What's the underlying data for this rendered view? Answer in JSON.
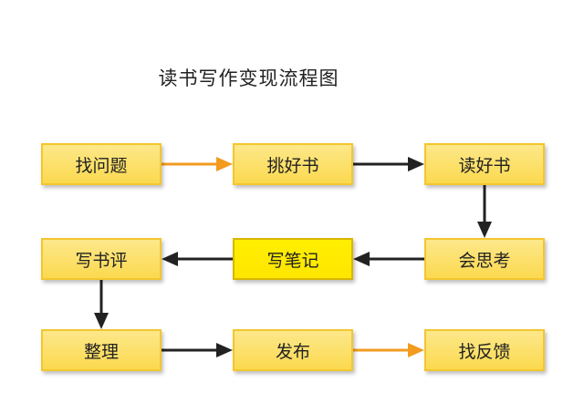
{
  "diagram": {
    "title": "读书写作变现流程图",
    "nodes": [
      {
        "label": "找问题"
      },
      {
        "label": "挑好书"
      },
      {
        "label": "读好书"
      },
      {
        "label": "会思考"
      },
      {
        "label": "写笔记",
        "highlight": true
      },
      {
        "label": "写书评"
      },
      {
        "label": "整理"
      },
      {
        "label": "发布"
      },
      {
        "label": "找反馈"
      }
    ],
    "edges": [
      {
        "from": 0,
        "to": 1,
        "color": "#f29b1f"
      },
      {
        "from": 1,
        "to": 2,
        "color": "#222222"
      },
      {
        "from": 2,
        "to": 3,
        "color": "#222222"
      },
      {
        "from": 3,
        "to": 4,
        "color": "#222222"
      },
      {
        "from": 4,
        "to": 5,
        "color": "#222222"
      },
      {
        "from": 5,
        "to": 6,
        "color": "#222222"
      },
      {
        "from": 6,
        "to": 7,
        "color": "#222222"
      },
      {
        "from": 7,
        "to": 8,
        "color": "#f29b1f"
      }
    ],
    "colors": {
      "node_fill": "#fbd94f",
      "node_border": "#f3c62f",
      "highlight_fill": "#ffe600"
    }
  }
}
